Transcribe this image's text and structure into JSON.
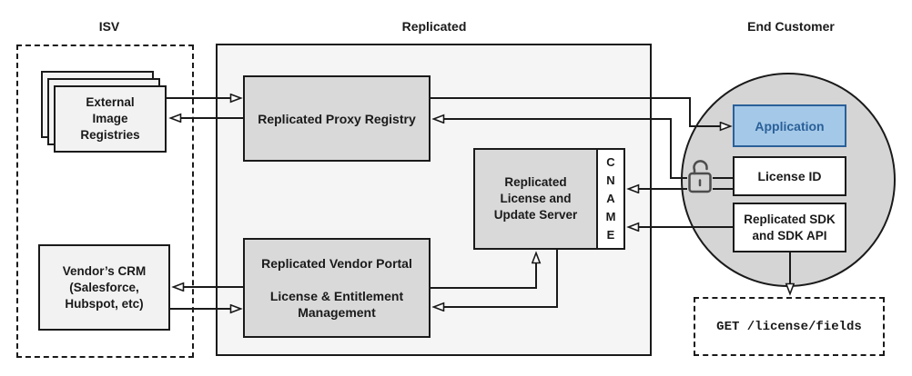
{
  "sections": {
    "isv": {
      "label": "ISV"
    },
    "replicated": {
      "label": "Replicated"
    },
    "end_customer": {
      "label": "End Customer"
    }
  },
  "nodes": {
    "external_image_registries": {
      "lines": [
        "External",
        "Image",
        "Registries"
      ]
    },
    "vendors_crm": {
      "lines": [
        "Vendor’s CRM",
        "(Salesforce,",
        "Hubspot, etc)"
      ]
    },
    "replicated_proxy_registry": {
      "label": "Replicated Proxy Registry"
    },
    "replicated_vendor_portal": {
      "lines": [
        "Replicated Vendor Portal",
        "",
        "License & Entitlement",
        "Management"
      ]
    },
    "replicated_license_update_server": {
      "lines": [
        "Replicated",
        "License and",
        "Update Server"
      ],
      "cname_letters": [
        "C",
        "N",
        "A",
        "M",
        "E"
      ]
    },
    "application": {
      "label": "Application"
    },
    "license_id": {
      "label": "License ID"
    },
    "replicated_sdk": {
      "lines": [
        "Replicated SDK",
        "and SDK API"
      ]
    },
    "get_request": {
      "label": "GET /license/fields"
    }
  },
  "icons": {
    "unlock": "open-padlock"
  },
  "colors": {
    "line": "#1a1a1a",
    "container_fill": "#f5f5f5",
    "box_fill": "#d9d9d9",
    "light_box_fill": "#f2f2f2",
    "circle_fill": "#d5d5d5",
    "application_fill": "#a4c8e8",
    "application_border": "#2a6099",
    "application_text": "#2a6099",
    "lock": "#4d4d4d"
  }
}
